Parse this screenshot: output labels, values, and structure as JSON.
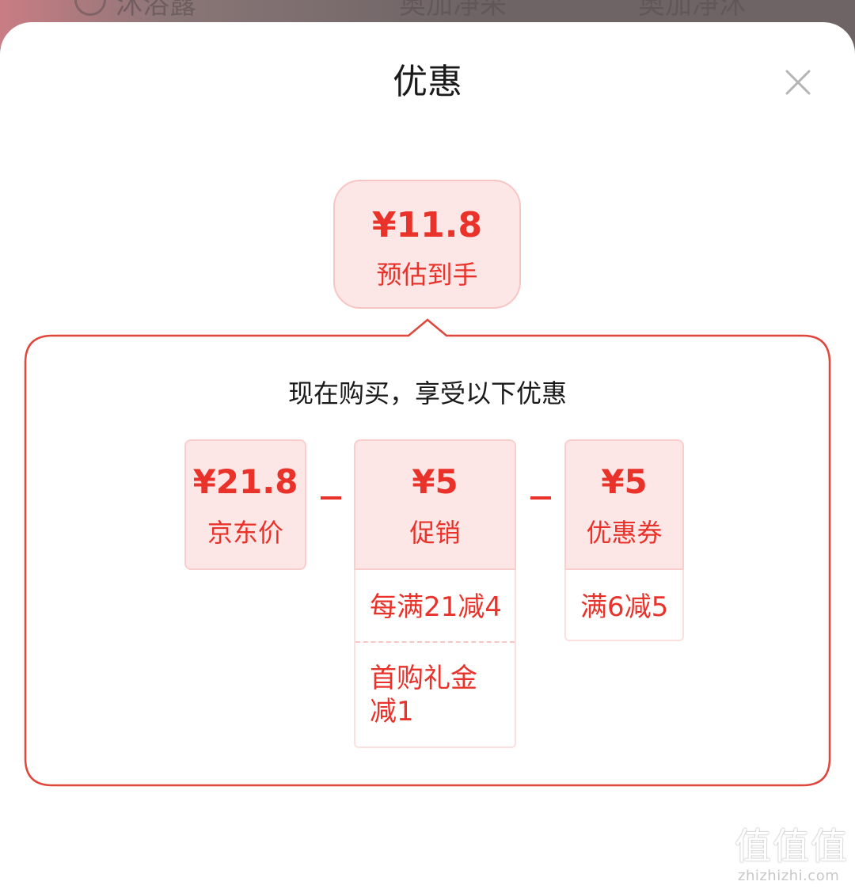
{
  "background": {
    "tabs": [
      "沐浴露",
      "奥加净采",
      "奥加净沐"
    ]
  },
  "sheet": {
    "title": "优惠",
    "close_icon": "close-icon"
  },
  "final": {
    "price": "¥11.8",
    "label": "预估到手"
  },
  "detail": {
    "heading": "现在购买，享受以下优惠",
    "jd_price": {
      "amount": "¥21.8",
      "label": "京东价"
    },
    "promotion": {
      "amount": "¥5",
      "label": "促销",
      "items": [
        "每满21减4",
        "首购礼金减1"
      ]
    },
    "coupon": {
      "amount": "¥5",
      "label": "优惠券",
      "items": [
        "满6减5"
      ]
    }
  },
  "watermark": {
    "glyphs": "值值值",
    "domain": "zhizhizhi.com"
  },
  "colors": {
    "accent": "#e8322a",
    "bubble_fill": "#fde6e6",
    "bubble_border": "#f7c5c3",
    "outline": "#e0463b"
  }
}
